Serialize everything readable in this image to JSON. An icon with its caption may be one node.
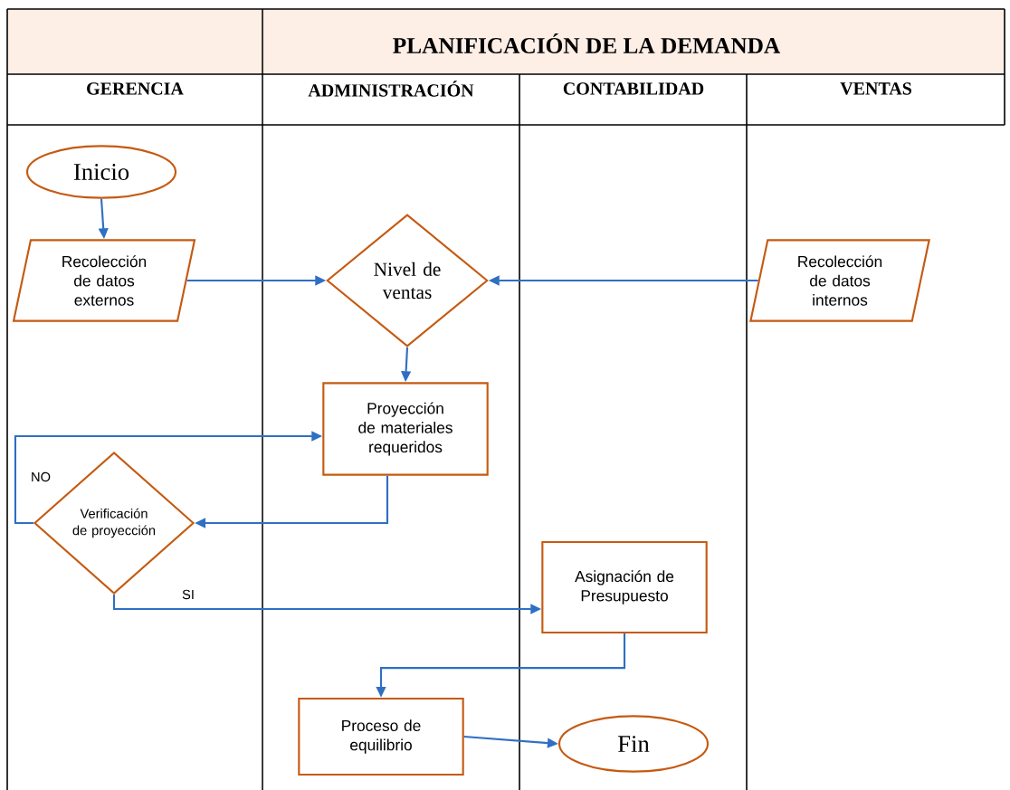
{
  "diagram": {
    "title": "PLANIFICACIÓN DE LA DEMANDA",
    "nodes": [
      {
        "text": [
          "Inicio"
        ]
      },
      {
        "text": [
          "Recolección de datos externos"
        ]
      },
      {
        "text": [
          "Nivel de ventas"
        ]
      },
      {
        "text": [
          "Recolección de datos internos"
        ]
      },
      {
        "text": [
          "Proyección de materiales requeridos"
        ]
      },
      {
        "text": [
          "Verificación de proyección"
        ]
      },
      {
        "text": [
          "Asignación de Presupuesto"
        ]
      },
      {
        "text": [
          "Proceso de equilibrio"
        ]
      },
      {
        "text": [
          "Fin"
        ]
      }
    ],
    "edges": [
      {
        "from": 0,
        "to": 1,
        "arrow": "to"
      },
      {
        "from": 1,
        "to": 2,
        "arrow": "to"
      },
      {
        "from": 3,
        "to": 2,
        "arrow": "to"
      },
      {
        "from": 2,
        "to": 4,
        "arrow": "to"
      },
      {
        "from": 4,
        "to": 5,
        "arrow": "to"
      },
      {
        "from": 5,
        "to": 4,
        "arrow": "to",
        "label": "NO"
      },
      {
        "from": 5,
        "to": 6,
        "arrow": "to",
        "label": "SI"
      },
      {
        "from": 6,
        "to": 7,
        "arrow": "to"
      },
      {
        "from": 7,
        "to": 8,
        "arrow": "to"
      }
    ],
    "labels": [
      "GERENCIA",
      "ADMINISTRACIÓN",
      "CONTABILIDAD",
      "VENTAS"
    ]
  }
}
